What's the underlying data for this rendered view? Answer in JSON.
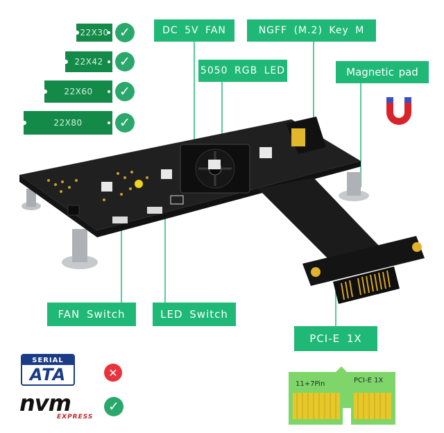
{
  "ssd_sizes": [
    {
      "label": "22X30",
      "supported": true
    },
    {
      "label": "22X42",
      "supported": true
    },
    {
      "label": "22X60",
      "supported": true
    },
    {
      "label": "22X80",
      "supported": true
    }
  ],
  "callouts": {
    "dc_fan": "DC 5V FAN",
    "ngff": "NGFF (M.2) Key M",
    "rgb_led": "5050 RGB LED",
    "magnetic_pad": "Magnetic pad",
    "fan_switch": "FAN Switch",
    "led_switch": "LED Switch",
    "pcie": "PCI-E 1X"
  },
  "compatibility": {
    "sata_top": "SERIAL",
    "sata_bottom": "ATA",
    "sata_supported": false,
    "nvm_text": "nvm",
    "nvm_subtext": "EXPRESS",
    "nvm_supported": true
  },
  "pcie_slot": {
    "left_label": "11+7Pin",
    "right_label": "PCI-E 1X"
  },
  "icons": {
    "check": "check-icon",
    "cross": "cross-icon",
    "magnet": "magnet-icon"
  },
  "colors": {
    "callout_green": "#1fb876",
    "ssd_green": "#138a48",
    "check_green": "#2aa86b",
    "cross_red": "#e8323c",
    "pcb_black": "#1c1c1c",
    "gold": "#d8a820"
  }
}
